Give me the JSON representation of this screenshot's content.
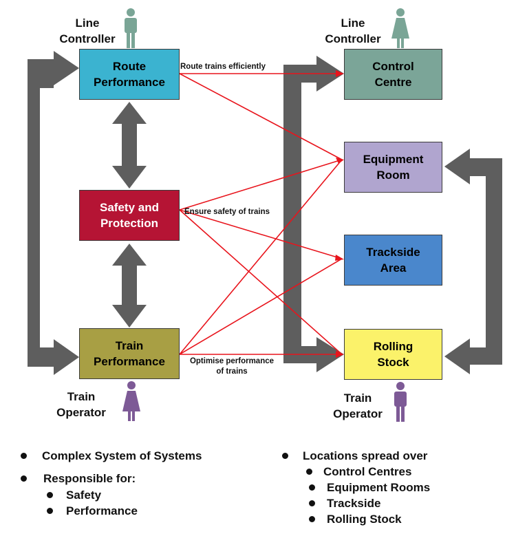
{
  "boxes": {
    "route": {
      "label": "Route\nPerformance",
      "color": "#3bb3d0"
    },
    "safety": {
      "label": "Safety and\nProtection",
      "color": "#b51434"
    },
    "train": {
      "label": "Train\nPerformance",
      "color": "#a89f44"
    },
    "control": {
      "label": "Control\nCentre",
      "color": "#7ba598"
    },
    "equipment": {
      "label": "Equipment\nRoom",
      "color": "#b0a5cf"
    },
    "trackside": {
      "label": "Trackside\nArea",
      "color": "#4a87cc"
    },
    "rolling": {
      "label": "Rolling\nStock",
      "color": "#fbf26a"
    }
  },
  "roles": {
    "left_top": "Line\nController",
    "right_top": "Line\nController",
    "left_bottom": "Train\nOperator",
    "right_bottom": "Train\nOperator"
  },
  "link_labels": {
    "route": "Route trains efficiently",
    "safety": "Ensure safety of trains",
    "train": "Optimise performance\nof trains"
  },
  "bullets_left": {
    "main1": "Complex System of Systems",
    "main2": "Responsible for:",
    "sub1": "Safety",
    "sub2": "Performance"
  },
  "bullets_right": {
    "main": "Locations spread over",
    "sub1": "Control Centres",
    "sub2": "Equipment Rooms",
    "sub3": "Trackside",
    "sub4": "Rolling Stock"
  },
  "colors": {
    "arrow_gray": "#5e5e5e",
    "link_red": "#e8141c",
    "person_green": "#7aa596",
    "person_purple": "#7d5a96"
  },
  "icons": {
    "controller_left": "person-icon",
    "controller_right": "person-icon",
    "operator_left": "person-icon",
    "operator_right": "person-icon"
  }
}
